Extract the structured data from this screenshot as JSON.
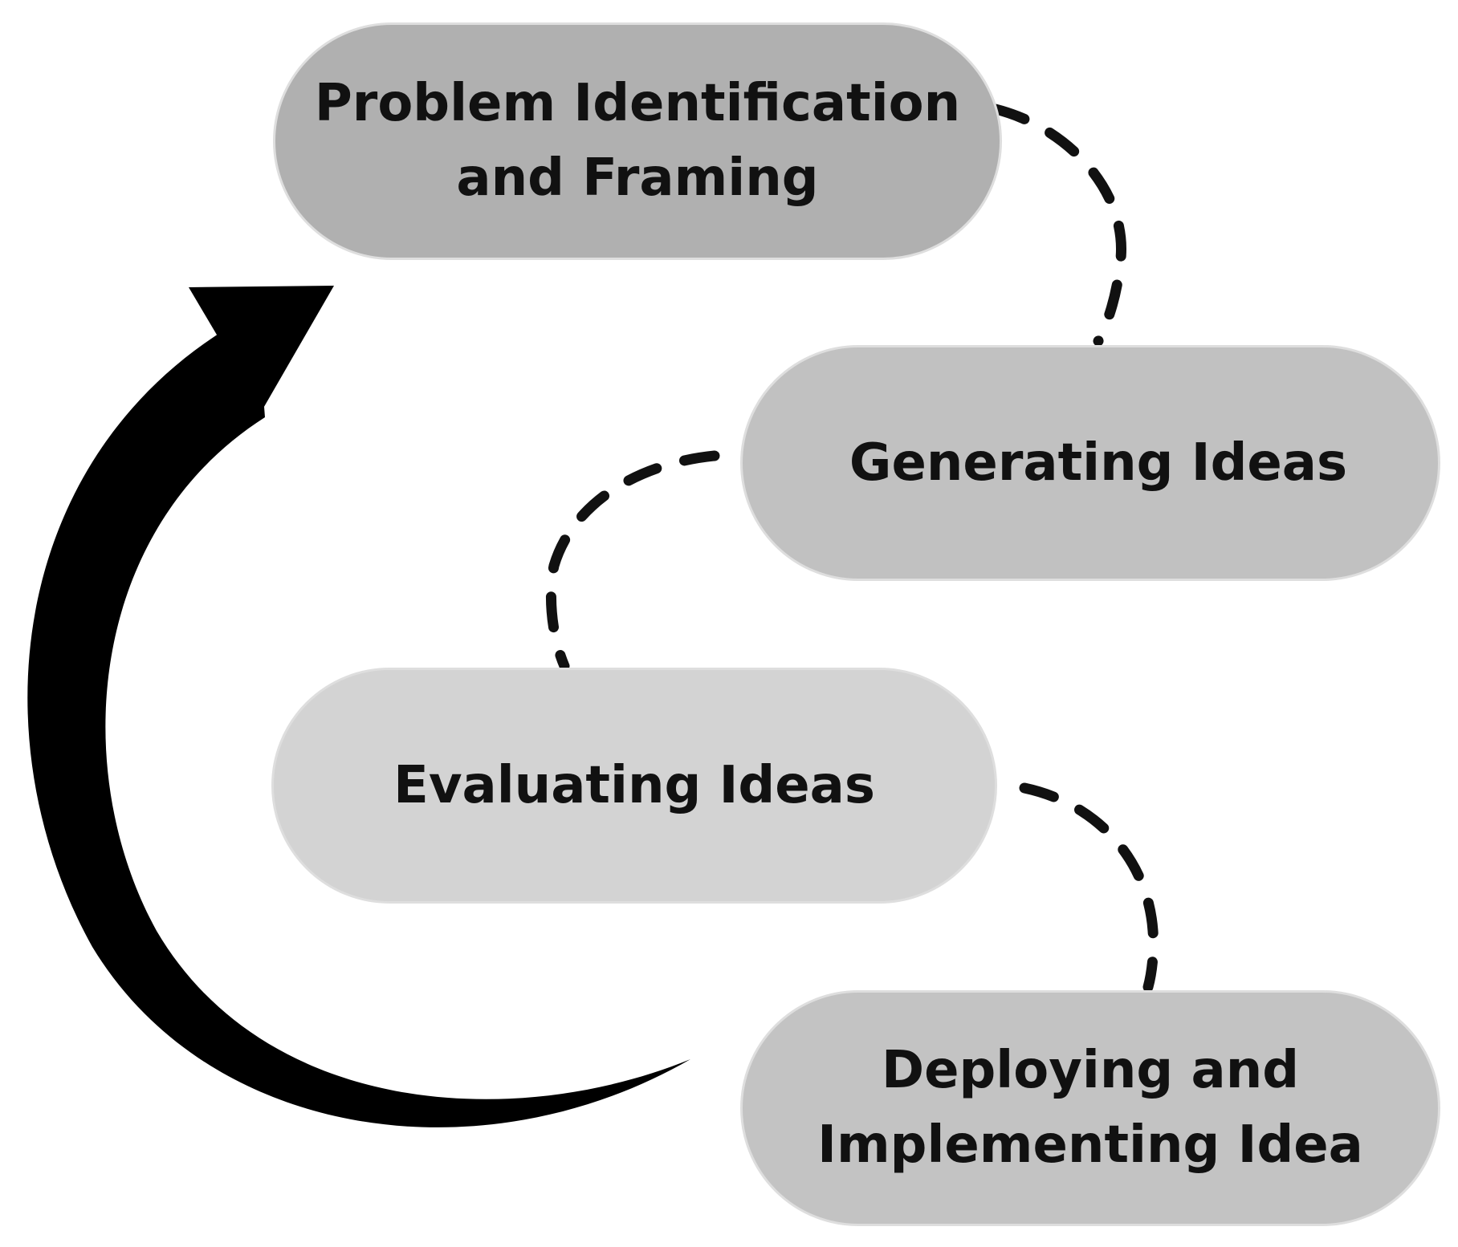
{
  "stages": [
    {
      "label": "Problem Identification\nand Framing",
      "fill": "#b0b0b0"
    },
    {
      "label": "Generating Ideas",
      "fill": "#c1c1c1"
    },
    {
      "label": "Evaluating Ideas",
      "fill": "#d3d3d3"
    },
    {
      "label": "Deploying and\nImplementing Idea",
      "fill": "#c3c3c3"
    }
  ],
  "colors": {
    "connector": "#111111",
    "arrow": "#000000"
  }
}
